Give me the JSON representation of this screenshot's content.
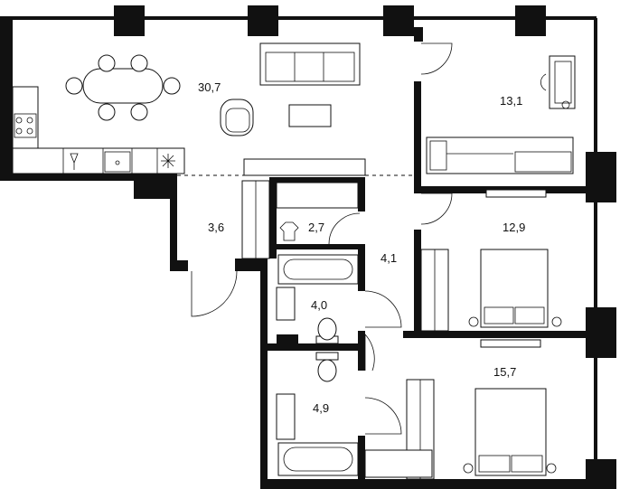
{
  "rooms": [
    {
      "id": "living-kitchen",
      "area": "30,7"
    },
    {
      "id": "bedroom-study",
      "area": "13,1"
    },
    {
      "id": "hall",
      "area": "3,6"
    },
    {
      "id": "wardrobe",
      "area": "2,7"
    },
    {
      "id": "corridor",
      "area": "4,1"
    },
    {
      "id": "bathroom-1",
      "area": "4,0"
    },
    {
      "id": "bedroom-1",
      "area": "12,9"
    },
    {
      "id": "bathroom-2",
      "area": "4,9"
    },
    {
      "id": "bedroom-2",
      "area": "15,7"
    }
  ]
}
